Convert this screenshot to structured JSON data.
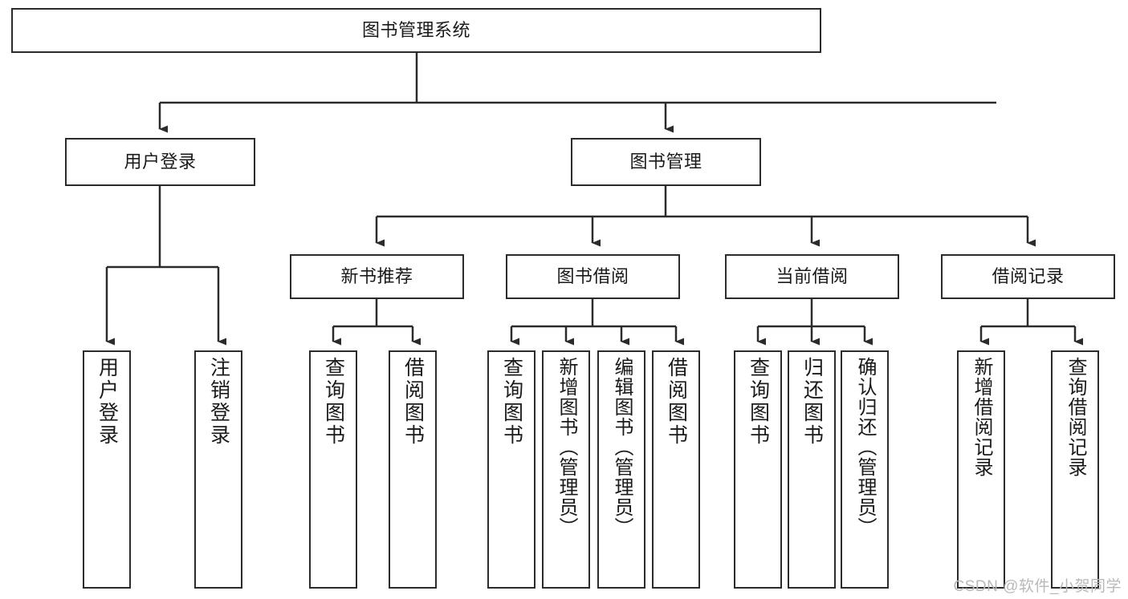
{
  "diagram": {
    "title": "图书管理系统",
    "type": "tree",
    "colors": {
      "node_border": "#2b2b2b",
      "node_fill": "#ffffff",
      "edge": "#2b2b2b",
      "text": "#1a1a1a",
      "watermark": "#b9b9b9"
    },
    "nodes": {
      "root": {
        "label": "图书管理系统"
      },
      "level2": [
        {
          "label": "用户登录"
        },
        {
          "label": "图书管理"
        }
      ],
      "level3": [
        {
          "label": "新书推荐"
        },
        {
          "label": "图书借阅"
        },
        {
          "label": "当前借阅"
        },
        {
          "label": "借阅记录"
        }
      ],
      "leaves_user_login": [
        {
          "label": "用户登录"
        },
        {
          "label": "注销登录"
        }
      ],
      "leaves_new_book": [
        {
          "label": "查询图书"
        },
        {
          "label": "借阅图书"
        }
      ],
      "leaves_borrow": [
        {
          "label": "查询图书"
        },
        {
          "label": "新增图书（管理员）"
        },
        {
          "label": "编辑图书（管理员）"
        },
        {
          "label": "借阅图书"
        }
      ],
      "leaves_current": [
        {
          "label": "查询图书"
        },
        {
          "label": "归还图书"
        },
        {
          "label": "确认归还（管理员）"
        }
      ],
      "leaves_record": [
        {
          "label": "新增借阅记录"
        },
        {
          "label": "查询借阅记录"
        }
      ]
    }
  },
  "watermark": {
    "text": "CSDN @软件_小贺同学"
  }
}
